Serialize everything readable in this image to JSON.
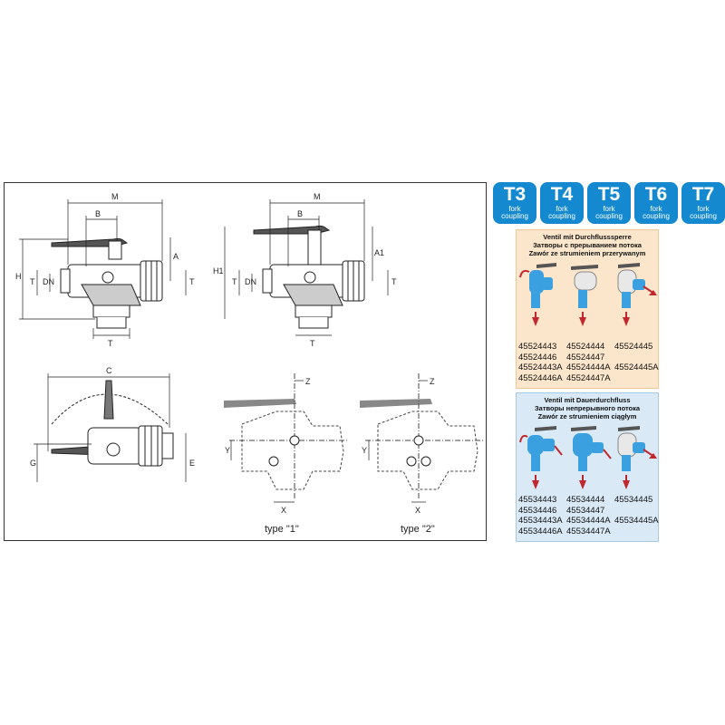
{
  "drawing": {
    "dims": {
      "m": "M",
      "b": "B",
      "h": "H",
      "h1": "H1",
      "a": "A",
      "a1": "A1",
      "t": "T",
      "dn": "DN",
      "c": "C",
      "g": "G",
      "e": "E",
      "z": "Z",
      "y": "Y",
      "x": "X"
    },
    "captions": [
      "type \"1\"",
      "type \"2\""
    ]
  },
  "badges": [
    {
      "code": "T3",
      "line1": "fork",
      "line2": "coupling"
    },
    {
      "code": "T4",
      "line1": "fork",
      "line2": "coupling"
    },
    {
      "code": "T5",
      "line1": "fork",
      "line2": "coupling"
    },
    {
      "code": "T6",
      "line1": "fork",
      "line2": "coupling"
    },
    {
      "code": "T7",
      "line1": "fork",
      "line2": "coupling"
    }
  ],
  "sections": [
    {
      "titles": [
        "Ventil mit Durchflusssperre",
        "Затворы с прерыванием потока",
        "Zawór ze strumieniem przerywanym"
      ],
      "columns": [
        [
          "45524443",
          "45524446",
          "45524443A",
          "45524446A"
        ],
        [
          "45524444",
          "45524447",
          "45524444A",
          "45524447A"
        ],
        [
          "45524445",
          "",
          "45524445A",
          ""
        ]
      ],
      "icons": [
        "valve-flow-icon",
        "valve-flow-icon",
        "valve-flow-icon"
      ],
      "bg_color": "#fbe6cc"
    },
    {
      "titles": [
        "Ventil mit Dauerdurchfluss",
        "Затворы непрерывного потока",
        "Zawór ze strumieniem ciągłym"
      ],
      "columns": [
        [
          "45534443",
          "45534446",
          "45534443A",
          "45534446A"
        ],
        [
          "45534444",
          "45534447",
          "45534444A",
          "45534447A"
        ],
        [
          "45534445",
          "",
          "45534445A",
          ""
        ]
      ],
      "icons": [
        "valve-flow-icon",
        "valve-flow-icon",
        "valve-flow-icon"
      ],
      "bg_color": "#d9e9f6"
    }
  ],
  "colors": {
    "accent": "#1489cf",
    "arrow": "#c0282d",
    "valve": "#3aa0e0"
  }
}
